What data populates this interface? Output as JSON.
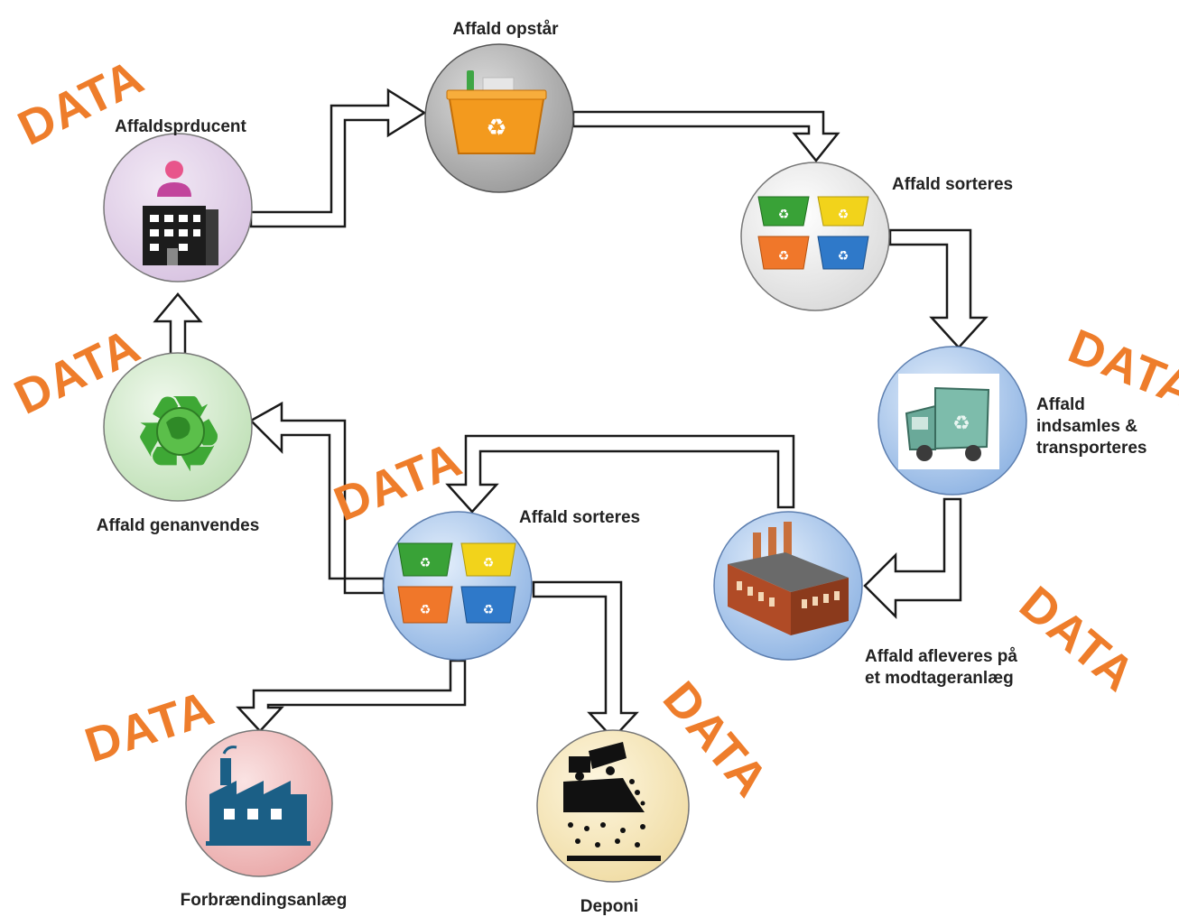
{
  "stamp": {
    "text": "DATA",
    "color": "#ee7d2b"
  },
  "nodes": {
    "producer": {
      "label": "Affaldsprducent",
      "icon": "building-person-icon",
      "fill": "#e6d6ec"
    },
    "arises": {
      "label": "Affald opstår",
      "icon": "recycle-bin-icon",
      "fill": "#b4b4b4"
    },
    "sorted_top": {
      "label": "Affald sorteres",
      "icon": "sorting-bins-icon",
      "fill": "#ececec"
    },
    "collected": {
      "label_lines": [
        "Affald",
        "indsamles &",
        "transporteres"
      ],
      "icon": "truck-icon",
      "fill": "#b9d2f0"
    },
    "delivered": {
      "label_lines": [
        "Affald afleveres på",
        "et modtageranlæg"
      ],
      "icon": "factory-icon",
      "fill": "#b9d2f0"
    },
    "sorted_bottom": {
      "label": "Affald sorteres",
      "icon": "sorting-bins-icon",
      "fill": "#b9d2f0"
    },
    "recycled": {
      "label": "Affald genanvendes",
      "icon": "recycle-globe-icon",
      "fill": "#d5ecd0"
    },
    "incineration": {
      "label": "Forbrændingsanlæg",
      "icon": "incineration-plant-icon",
      "fill": "#f3c9c9"
    },
    "landfill": {
      "label": "Deponi",
      "icon": "dump-truck-icon",
      "fill": "#f7ebc2"
    }
  }
}
